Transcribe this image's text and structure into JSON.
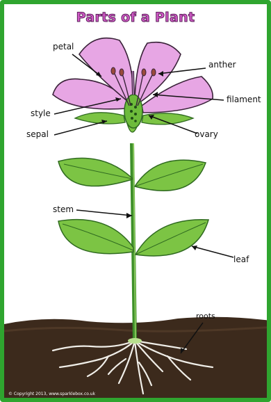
{
  "title": "Parts of a Plant",
  "labels": {
    "petal": "petal",
    "anther": "anther",
    "filament": "filament",
    "style": "style",
    "sepal": "sepal",
    "ovary": "ovary",
    "stem": "stem",
    "leaf": "leaf",
    "roots": "roots"
  },
  "copyright": "© Copyright 2013, www.sparklebox.co.uk",
  "colors": {
    "border": "#2fa52f",
    "title": "#d15ac7",
    "petal": "#e7a6e4",
    "leaf": "#7cc444",
    "stem": "#3e8f2a",
    "soil": "#3c2a1c"
  }
}
